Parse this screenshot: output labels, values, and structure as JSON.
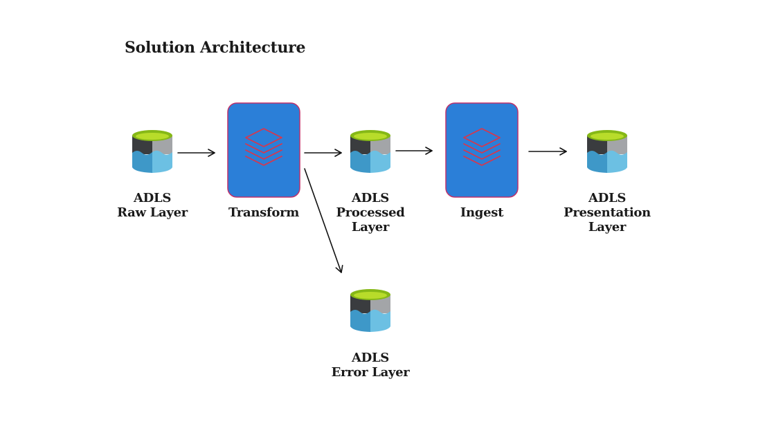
{
  "title": "Solution Architecture",
  "nodes": {
    "raw": {
      "type": "storage",
      "lines": [
        "ADLS",
        "Raw Layer"
      ]
    },
    "transform": {
      "type": "processor",
      "lines": [
        "Transform"
      ]
    },
    "processed": {
      "type": "storage",
      "lines": [
        "ADLS",
        "Processed",
        "Layer"
      ]
    },
    "ingest": {
      "type": "processor",
      "lines": [
        "Ingest"
      ]
    },
    "presentation": {
      "type": "storage",
      "lines": [
        "ADLS",
        "Presentation",
        "Layer"
      ]
    },
    "error": {
      "type": "storage",
      "lines": [
        "ADLS",
        "Error Layer"
      ]
    }
  },
  "edges": [
    {
      "from": "raw",
      "to": "transform"
    },
    {
      "from": "transform",
      "to": "processed"
    },
    {
      "from": "processed",
      "to": "ingest"
    },
    {
      "from": "ingest",
      "to": "presentation"
    },
    {
      "from": "transform",
      "to": "error"
    }
  ],
  "colors": {
    "processor_fill": "#2B7FD8",
    "processor_border": "#C0306A",
    "stack_icon": "#D9364B",
    "cyl_dark": "#3A3C3F",
    "cyl_gray": "#A3A5A8",
    "cyl_water_left": "#3E98C8",
    "cyl_water_right": "#6CC0E3",
    "cyl_top_rim": "#86B817",
    "cyl_top_inner": "#B8DC2A",
    "arrow": "#111111"
  }
}
